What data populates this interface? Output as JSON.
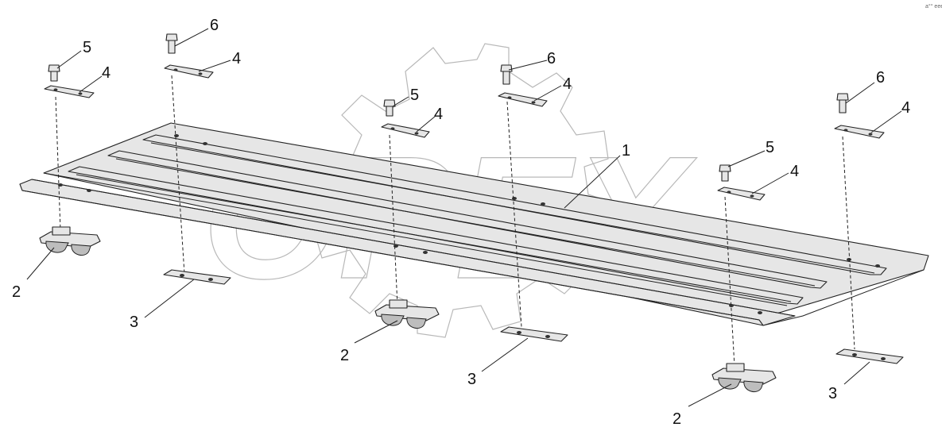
{
  "corner_mark": "a°° eee",
  "labels": {
    "panel": "1",
    "clamp": "2",
    "bottom_plate": "3",
    "top_plate": "4",
    "bolt_short": "5",
    "bolt_long": "6"
  },
  "watermark": "OPEX"
}
